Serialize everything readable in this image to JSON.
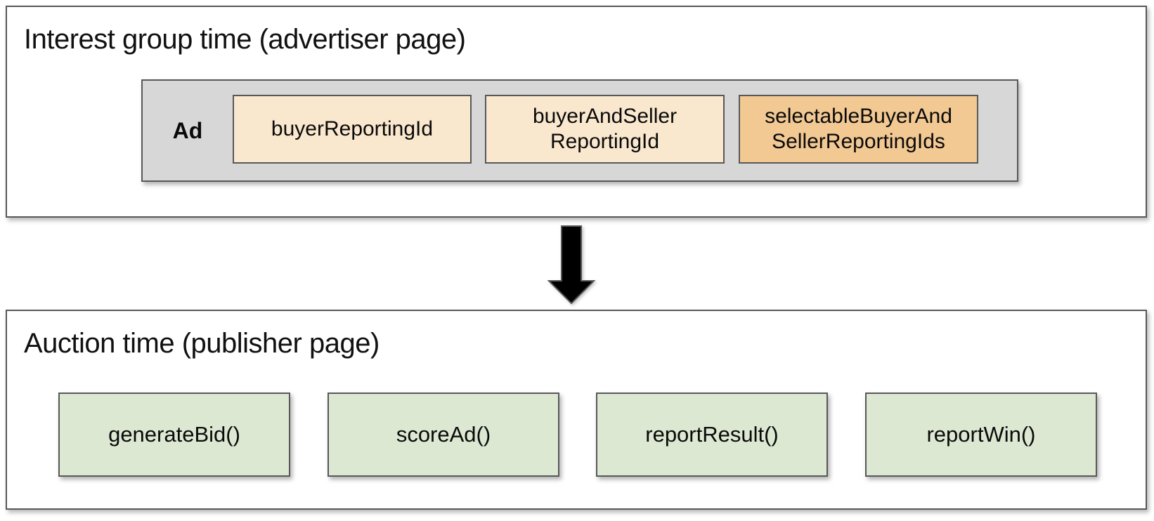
{
  "colors": {
    "border": "#58585a",
    "ad_container_fill": "#d7d7d7",
    "reporting_id_fill": "#f9e7ce",
    "selectable_id_fill": "#f2c893",
    "function_box_fill": "#dce8d2",
    "arrow_fill": "#000000"
  },
  "interest_group_section": {
    "title": "Interest group time (advertiser page)",
    "ad_container": {
      "label": "Ad",
      "boxes": [
        {
          "name": "buyerReportingId",
          "lines": [
            "buyerReportingId"
          ]
        },
        {
          "name": "buyerAndSellerReportingId",
          "lines": [
            "buyerAndSeller",
            "ReportingId"
          ]
        },
        {
          "name": "selectableBuyerAndSellerReportingIds",
          "lines": [
            "selectableBuyerAnd",
            "SellerReportingIds"
          ]
        }
      ]
    }
  },
  "flow_arrow": {
    "icon": "down-block-arrow"
  },
  "auction_section": {
    "title": "Auction time (publisher page)",
    "functions": [
      {
        "label": "generateBid()"
      },
      {
        "label": "scoreAd()"
      },
      {
        "label": "reportResult()"
      },
      {
        "label": "reportWin()"
      }
    ]
  }
}
